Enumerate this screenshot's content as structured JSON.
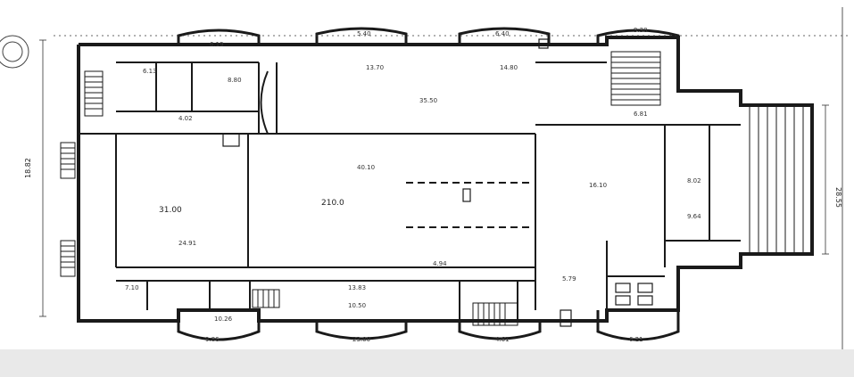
{
  "title_block_text": "",
  "stamp": {
    "kind": "round-seal",
    "text": ""
  },
  "overall_dims": {
    "left_height": "18.82",
    "right_height": "28.55"
  },
  "hall_labels": {
    "main_hall_area": "210.0",
    "stage_area": "31.00"
  },
  "room_labels": [
    "6.19",
    "5.40",
    "6.40",
    "9.30",
    "6.13",
    "8.80",
    "13.70",
    "14.80",
    "35.50",
    "40.10",
    "16.10",
    "8.02",
    "9.64",
    "6.81",
    "4.02",
    "24.91",
    "7.10",
    "13.83",
    "10.26",
    "10.50",
    "9.86",
    "23.00",
    "4.61",
    "6.21",
    "5.79",
    "4.94"
  ],
  "colors": {
    "line": "#1a1a1a",
    "paper": "#ffffff",
    "band": "#e9e9e9"
  }
}
